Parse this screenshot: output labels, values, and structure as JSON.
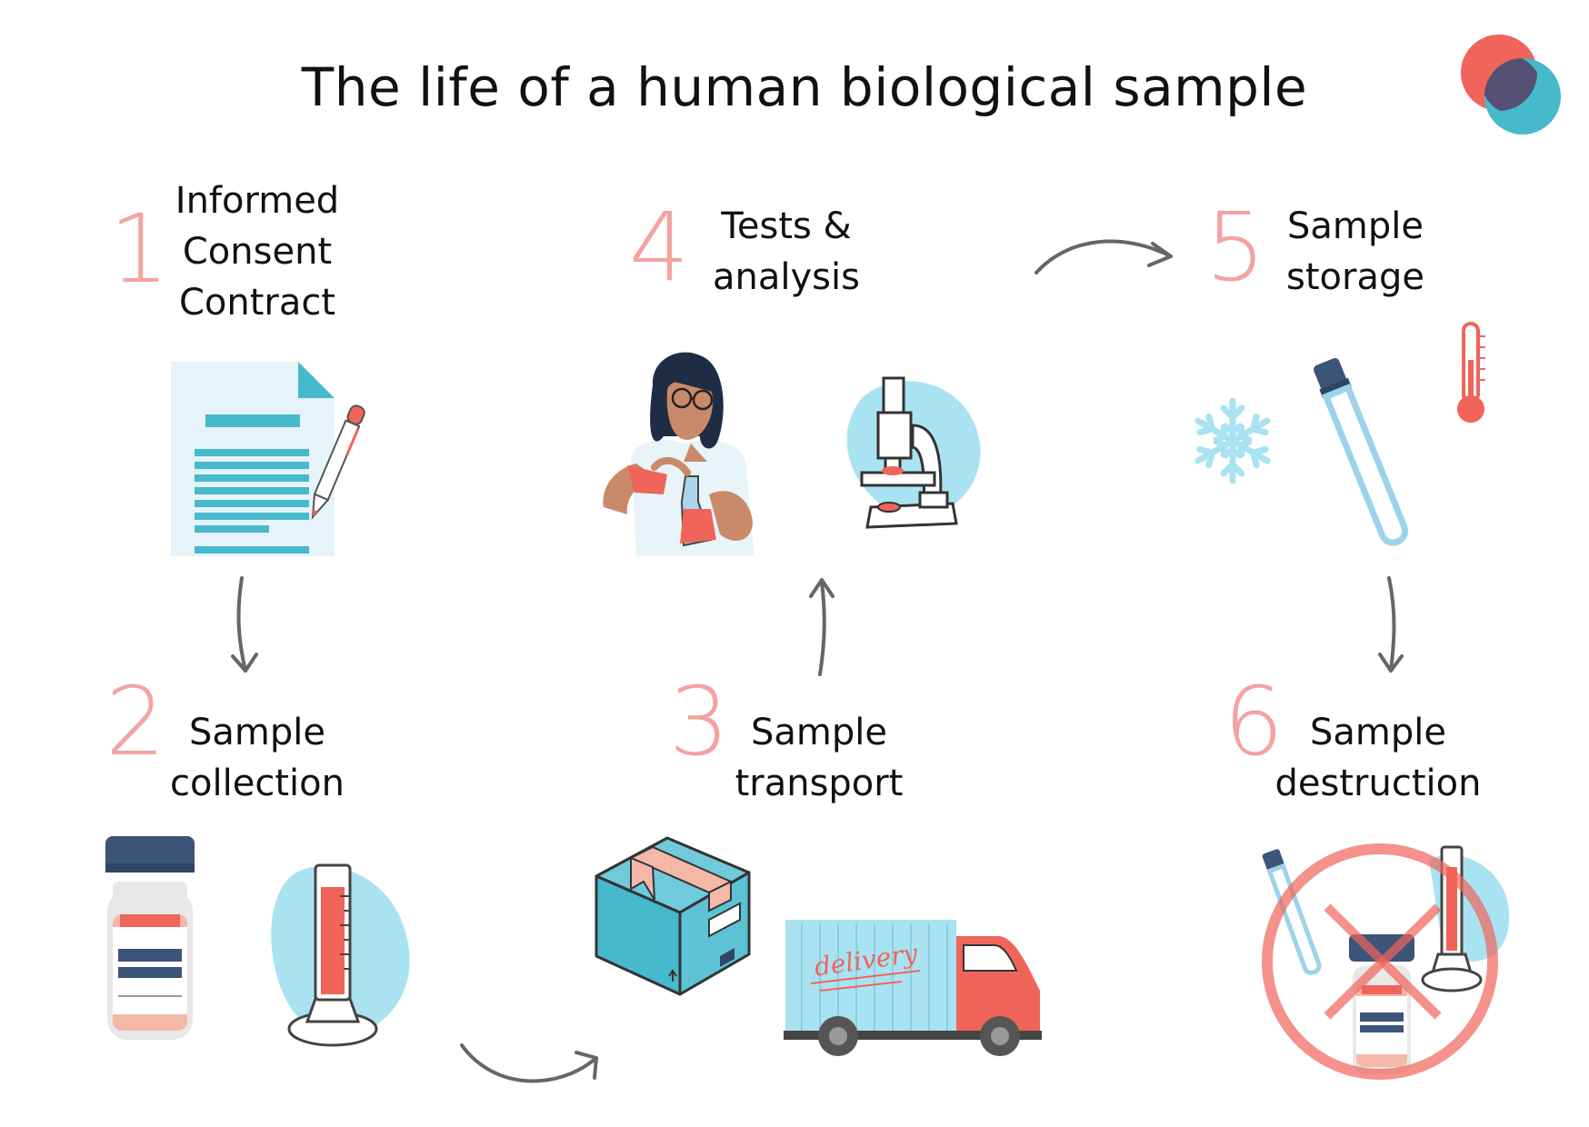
{
  "title": "The life of a human biological sample",
  "colors": {
    "accent_pink": "#f3a3a0",
    "coral": "#f0645a",
    "teal": "#47b9cc",
    "navy": "#3c5478",
    "light_blue": "#a9e3f1",
    "arrow": "#666666"
  },
  "steps": [
    {
      "number": "1",
      "lines": [
        "Informed",
        "Consent",
        "Contract"
      ]
    },
    {
      "number": "2",
      "lines": [
        "Sample",
        "collection"
      ]
    },
    {
      "number": "3",
      "lines": [
        "Sample",
        "transport"
      ]
    },
    {
      "number": "4",
      "lines": [
        "Tests &",
        "analysis"
      ]
    },
    {
      "number": "5",
      "lines": [
        "Sample",
        "storage"
      ]
    },
    {
      "number": "6",
      "lines": [
        "Sample",
        "destruction"
      ]
    }
  ],
  "truck_text": "delivery",
  "icons": [
    "logo-icon",
    "document-icon",
    "pen-icon",
    "vial-icon",
    "graduated-cylinder-icon",
    "box-icon",
    "truck-icon",
    "scientist-icon",
    "microscope-icon",
    "snowflake-icon",
    "test-tube-icon",
    "thermometer-icon",
    "prohibited-icon"
  ]
}
